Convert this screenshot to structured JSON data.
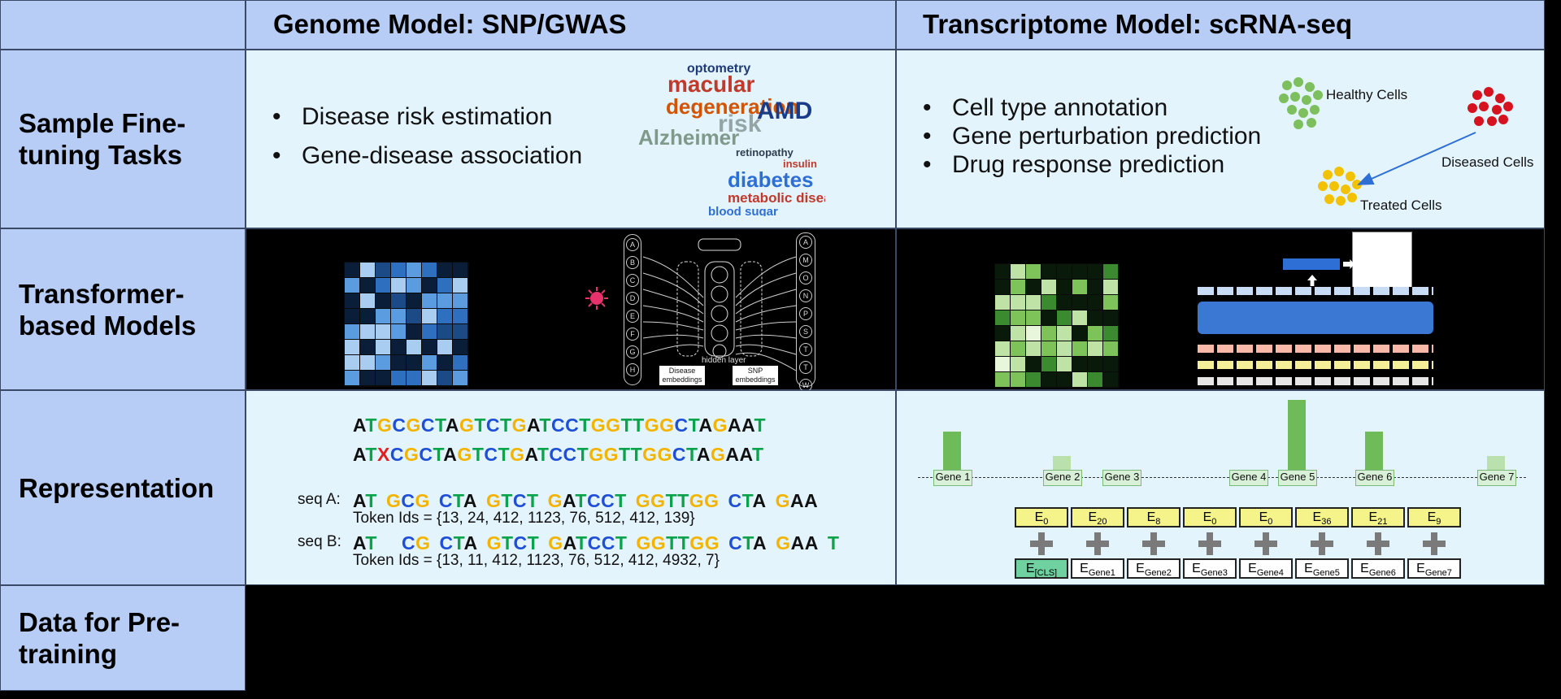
{
  "columns": {
    "genome_header": "Genome Model: SNP/GWAS",
    "transcriptome_header": "Transcriptome Model: scRNA-seq"
  },
  "rows": {
    "tasks_label": "Sample Fine-tuning Tasks",
    "models_label": "Transformer-based Models",
    "representation_label": "Representation",
    "data_label": "Data for Pre-training"
  },
  "genome_tasks": [
    "Disease risk estimation",
    "Gene-disease association"
  ],
  "transcriptome_tasks": [
    "Cell type annotation",
    "Gene perturbation prediction",
    "Drug response prediction"
  ],
  "cell_labels": {
    "healthy": "Healthy Cells",
    "diseased": "Diseased Cells",
    "treated": "Treated Cells"
  },
  "word_cloud": [
    "optometry",
    "macular",
    "degeneration",
    "AMD",
    "Alzheimer",
    "risk",
    "diabetes",
    "metabolic disease",
    "blood sugar",
    "retinopathy",
    "insulin"
  ],
  "genome_model": {
    "input_nodes": [
      "A",
      "B",
      "C",
      "D",
      "E",
      "F",
      "G",
      "H"
    ],
    "output_nodes": [
      "A",
      "M",
      "O",
      "N",
      "P",
      "S",
      "T",
      "T",
      "W"
    ],
    "hidden_label": "hidden layer",
    "disease_emb": "Disease embeddings",
    "snp_emb": "SNP embeddings"
  },
  "sequences": {
    "ref": "ATGCGCTAGTCTGATCCTGGTTGGCTAGAAT",
    "alt": "ATXCGCTAGTCTGATCCTGGTTGGCTAGAAT",
    "seqA_label": "seq A:",
    "seqA": [
      "AT",
      "GCG",
      "CTA",
      "GTCT",
      "GATCCT",
      "GGTTGG",
      "CTA",
      "GAA"
    ],
    "tokA": "Token Ids = {13, 24, 412, 1123, 76, 512, 412, 139}",
    "seqB_label": "seq B:",
    "seqB": [
      "AT",
      "CG",
      "CTA",
      "GTCT",
      "GATCCT",
      "GGTTGG",
      "CTA",
      "GAA",
      "T"
    ],
    "tokB": "Token Ids = {13, 11, 412, 1123, 76, 512, 412, 4932, 7}"
  },
  "genes": {
    "labels": [
      "Gene 1",
      "Gene 2",
      "Gene 3",
      "Gene 4",
      "Gene 5",
      "Gene 6",
      "Gene 7"
    ],
    "expression_base": [
      "E",
      "E",
      "E",
      "E",
      "E",
      "E",
      "E",
      "E"
    ],
    "expression_sub": [
      "0",
      "20",
      "8",
      "0",
      "0",
      "36",
      "21",
      "9"
    ],
    "gene_sub": [
      "[CLS]",
      "Gene1",
      "Gene2",
      "Gene3",
      "Gene4",
      "Gene5",
      "Gene6",
      "Gene7"
    ]
  },
  "colors": {
    "header_blue": "#b8cdf6",
    "light_cell": "#e4f4fc",
    "green": "#0aa24a",
    "blue": "#1e4fd6",
    "yellow": "#f2b400",
    "red": "#e22020"
  }
}
